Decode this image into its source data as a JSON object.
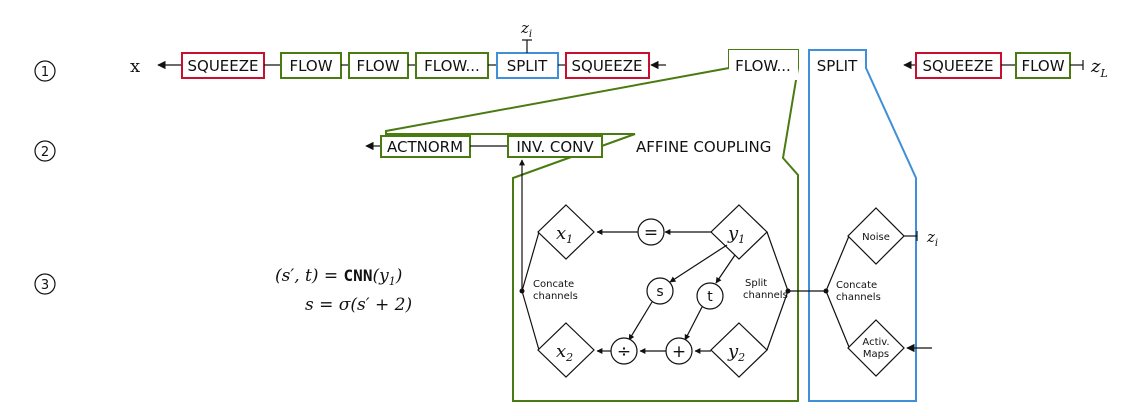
{
  "rows": {
    "row1": "1",
    "row2": "2",
    "row3": "3"
  },
  "row1": {
    "x": "x",
    "squeeze_a": "SQUEEZE",
    "flow_a": "FLOW",
    "flow_b": "FLOW",
    "flow_c": "FLOW...",
    "split": "SPLIT",
    "squeeze_b": "SQUEEZE",
    "zi_var": "z",
    "zi_sub": "i",
    "flow_expanded": "FLOW...",
    "split_expanded": "SPLIT",
    "squeeze_c": "SQUEEZE",
    "flow_d": "FLOW",
    "zl_var": "z",
    "zl_sub": "L"
  },
  "row2": {
    "actnorm": "ACTNORM",
    "invconv": "INV. CONV",
    "coupling": "AFFINE COUPLING"
  },
  "coupling": {
    "x1_var": "x",
    "x1_sub": "1",
    "x2_var": "x",
    "x2_sub": "2",
    "y1_var": "y",
    "y1_sub": "1",
    "y2_var": "y",
    "y2_sub": "2",
    "eq": "=",
    "div": "÷",
    "plus": "+",
    "s": "s",
    "t": "t",
    "concate_1": "Concate",
    "concate_2": "channels",
    "split_1": "Split",
    "split_2": "channels"
  },
  "split_detail": {
    "noise": "Noise",
    "zi_var": "z",
    "zi_sub": "i",
    "concate_1": "Concate",
    "concate_2": "channels",
    "activ_1": "Activ.",
    "activ_2": "Maps"
  },
  "equations": {
    "eq1_lhs": "(s′, t) = ",
    "eq1_fn": "CNN",
    "eq1_arg": "(y",
    "eq1_sub": "1",
    "eq1_close": ")",
    "eq2": "s = σ(s′ + 2)"
  }
}
